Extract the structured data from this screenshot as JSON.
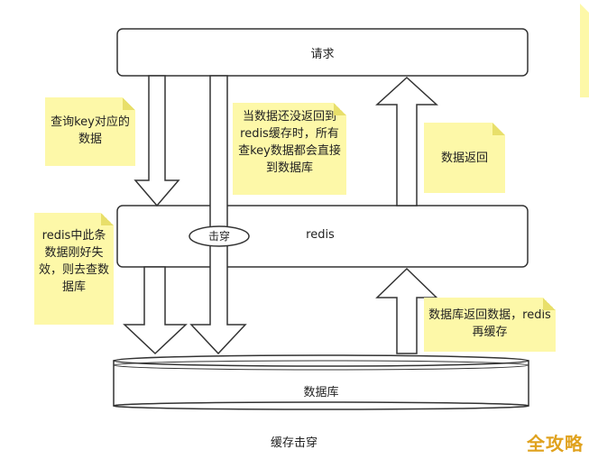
{
  "boxes": {
    "request": "请求",
    "redis": "redis",
    "database": "数据库"
  },
  "penetrate_label": "击穿",
  "notes": {
    "query_key": "查询key对应的数据",
    "not_returned": "当数据还没返回到redis缓存时，所有查key数据都会直接到数据库",
    "data_return": "数据返回",
    "expired": "redis中此条数据刚好失效，则去查数据库",
    "db_return": "数据库返回数据，redis再缓存"
  },
  "caption": "缓存击穿",
  "watermark": "全攻略",
  "colors": {
    "note": "#fdf8a8",
    "stroke": "#333333",
    "watermark": "#e0a21e"
  }
}
